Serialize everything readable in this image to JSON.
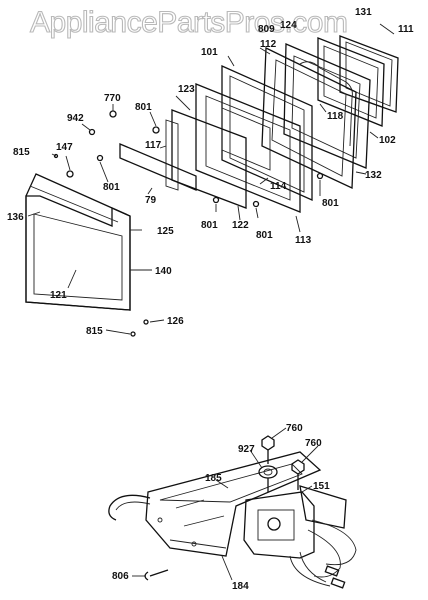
{
  "watermark": "AppliancePartsPros.com",
  "door_assembly_labels": {
    "p131": "131",
    "p809": "809",
    "p124": "124",
    "p111": "111",
    "p112": "112",
    "p101": "101",
    "p770": "770",
    "p942": "942",
    "p801a": "801",
    "p123": "123",
    "p118": "118",
    "p102": "102",
    "p815a": "815",
    "p147": "147",
    "p117": "117",
    "p801b": "801",
    "p79": "79",
    "p114": "114",
    "p132": "132",
    "p801c": "801",
    "p136": "136",
    "p125": "125",
    "p801d": "801",
    "p122": "122",
    "p801e": "801",
    "p113": "113",
    "p140": "140",
    "p121": "121",
    "p126": "126",
    "p815b": "815"
  },
  "lock_assembly_labels": {
    "p760a": "760",
    "p927": "927",
    "p760b": "760",
    "p185": "185",
    "p151": "151",
    "p806": "806",
    "p184": "184"
  }
}
